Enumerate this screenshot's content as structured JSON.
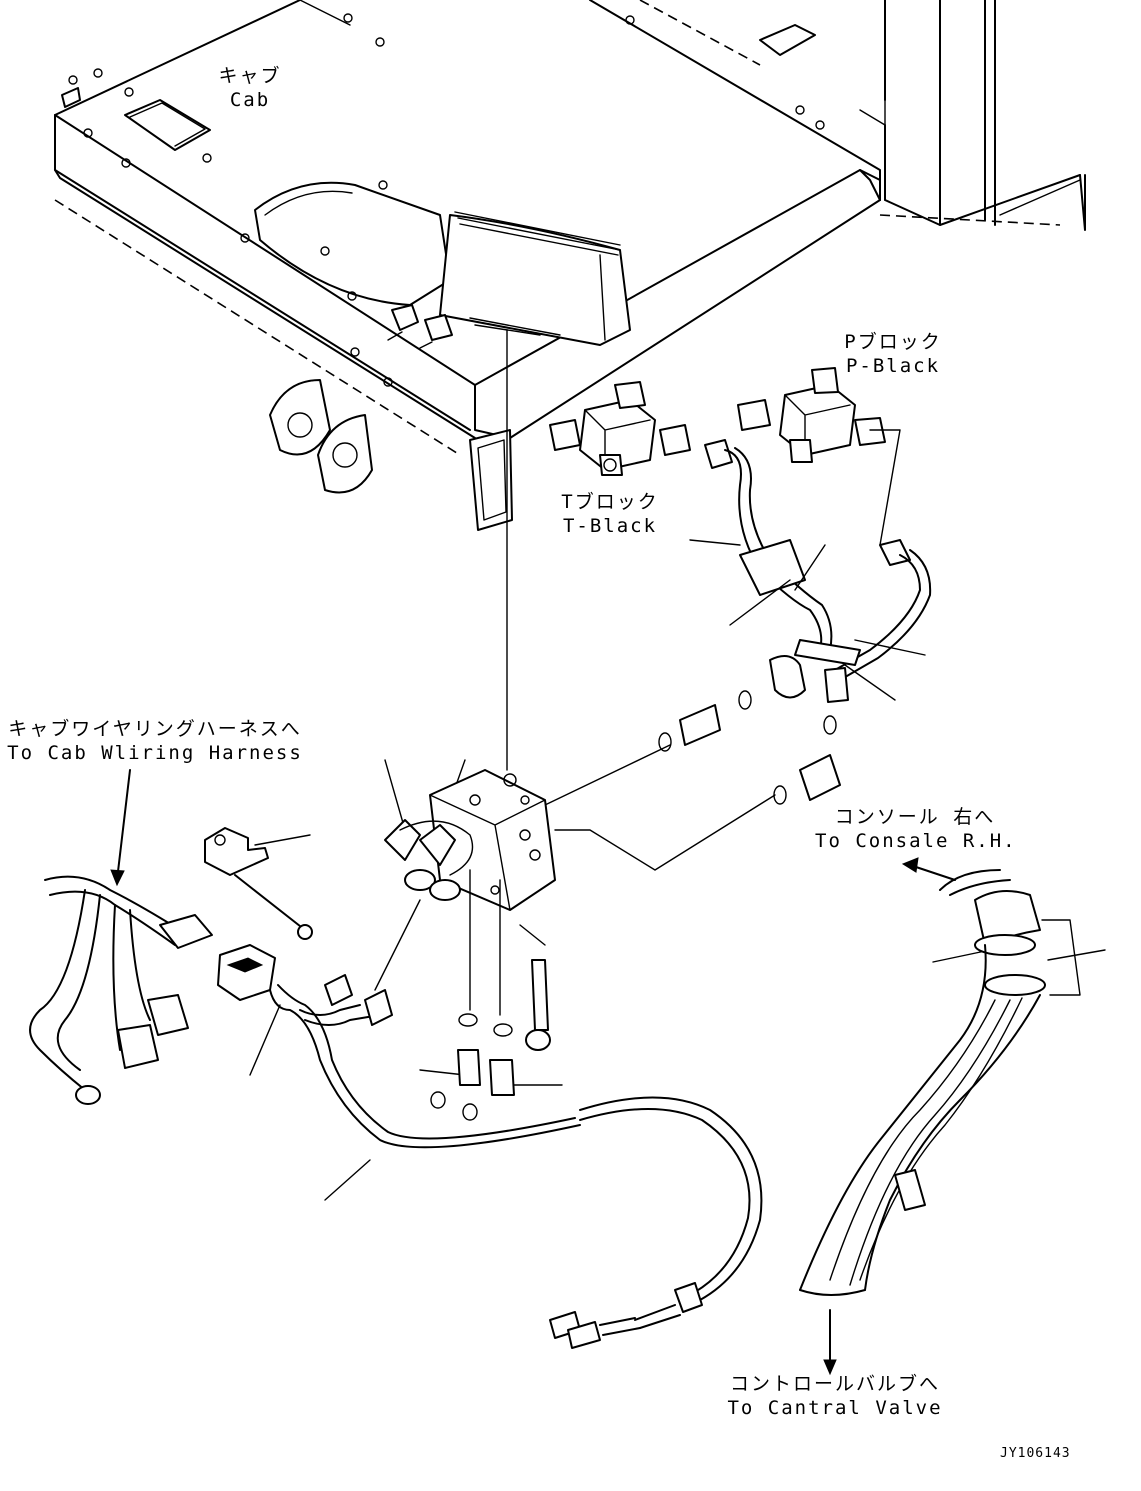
{
  "labels": {
    "cab": {
      "jp": "キャブ",
      "en": "Cab"
    },
    "p_block": {
      "jp": "Pブロック",
      "en": "P-Black"
    },
    "t_block": {
      "jp": "Tブロック",
      "en": "T-Black"
    },
    "cab_wiring": {
      "jp": "キャブワイヤリングハーネスへ",
      "en": "To Cab Wliring Harness"
    },
    "console_rh": {
      "jp": "コンソール 右へ",
      "en": "To Consale R.H."
    },
    "control_valve": {
      "jp": "コントロールバルブへ",
      "en": "To Cantral Valve"
    }
  },
  "drawing_code": "JY106143"
}
